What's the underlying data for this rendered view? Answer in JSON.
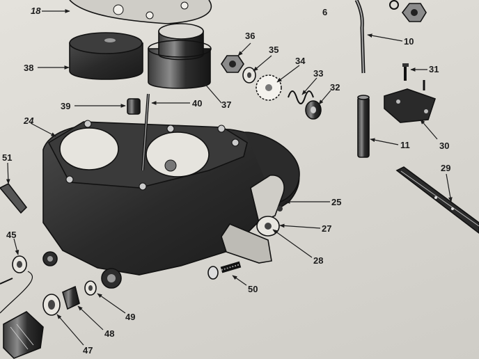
{
  "diagram": {
    "callouts": [
      {
        "id": "c18",
        "text": "18"
      },
      {
        "id": "c6",
        "text": "6"
      },
      {
        "id": "c10",
        "text": "10"
      },
      {
        "id": "c36",
        "text": "36"
      },
      {
        "id": "c35",
        "text": "35"
      },
      {
        "id": "c34",
        "text": "34"
      },
      {
        "id": "c33",
        "text": "33"
      },
      {
        "id": "c32",
        "text": "32"
      },
      {
        "id": "c31",
        "text": "31"
      },
      {
        "id": "c38",
        "text": "38"
      },
      {
        "id": "c37",
        "text": "37"
      },
      {
        "id": "c39",
        "text": "39"
      },
      {
        "id": "c40",
        "text": "40"
      },
      {
        "id": "c24",
        "text": "24"
      },
      {
        "id": "c11",
        "text": "11"
      },
      {
        "id": "c30",
        "text": "30"
      },
      {
        "id": "c29",
        "text": "29"
      },
      {
        "id": "c51",
        "text": "51"
      },
      {
        "id": "c25",
        "text": "25"
      },
      {
        "id": "c27",
        "text": "27"
      },
      {
        "id": "c28",
        "text": "28"
      },
      {
        "id": "c45",
        "text": "45"
      },
      {
        "id": "c50",
        "text": "50"
      },
      {
        "id": "c49",
        "text": "49"
      },
      {
        "id": "c48",
        "text": "48"
      },
      {
        "id": "c47",
        "text": "47"
      }
    ]
  }
}
